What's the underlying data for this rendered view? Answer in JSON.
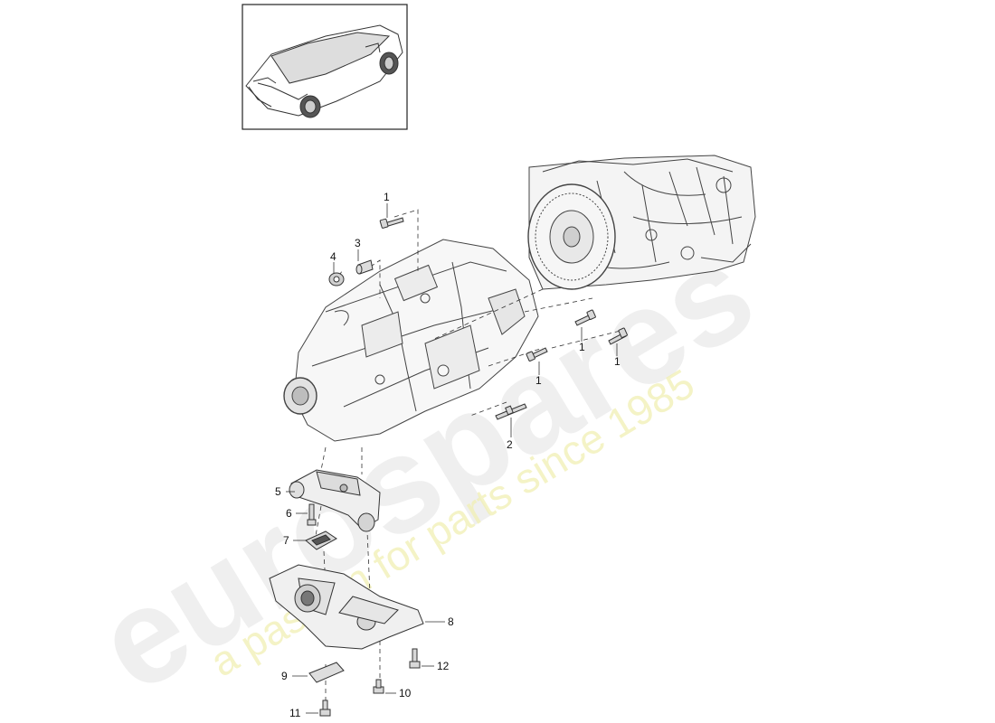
{
  "watermark": {
    "brand": "eurospares",
    "tagline": "a passion for parts since 1985"
  },
  "thumbnail": {
    "icon": "car-thumbnail-icon"
  },
  "callouts": [
    {
      "id": "c1a",
      "label": "1"
    },
    {
      "id": "c3",
      "label": "3"
    },
    {
      "id": "c4",
      "label": "4"
    },
    {
      "id": "c1b",
      "label": "1"
    },
    {
      "id": "c1c",
      "label": "1"
    },
    {
      "id": "c1d",
      "label": "1"
    },
    {
      "id": "c2",
      "label": "2"
    },
    {
      "id": "c5",
      "label": "5"
    },
    {
      "id": "c6",
      "label": "6"
    },
    {
      "id": "c7",
      "label": "7"
    },
    {
      "id": "c8",
      "label": "8"
    },
    {
      "id": "c12",
      "label": "12"
    },
    {
      "id": "c9",
      "label": "9"
    },
    {
      "id": "c10",
      "label": "10"
    },
    {
      "id": "c11",
      "label": "11"
    }
  ]
}
